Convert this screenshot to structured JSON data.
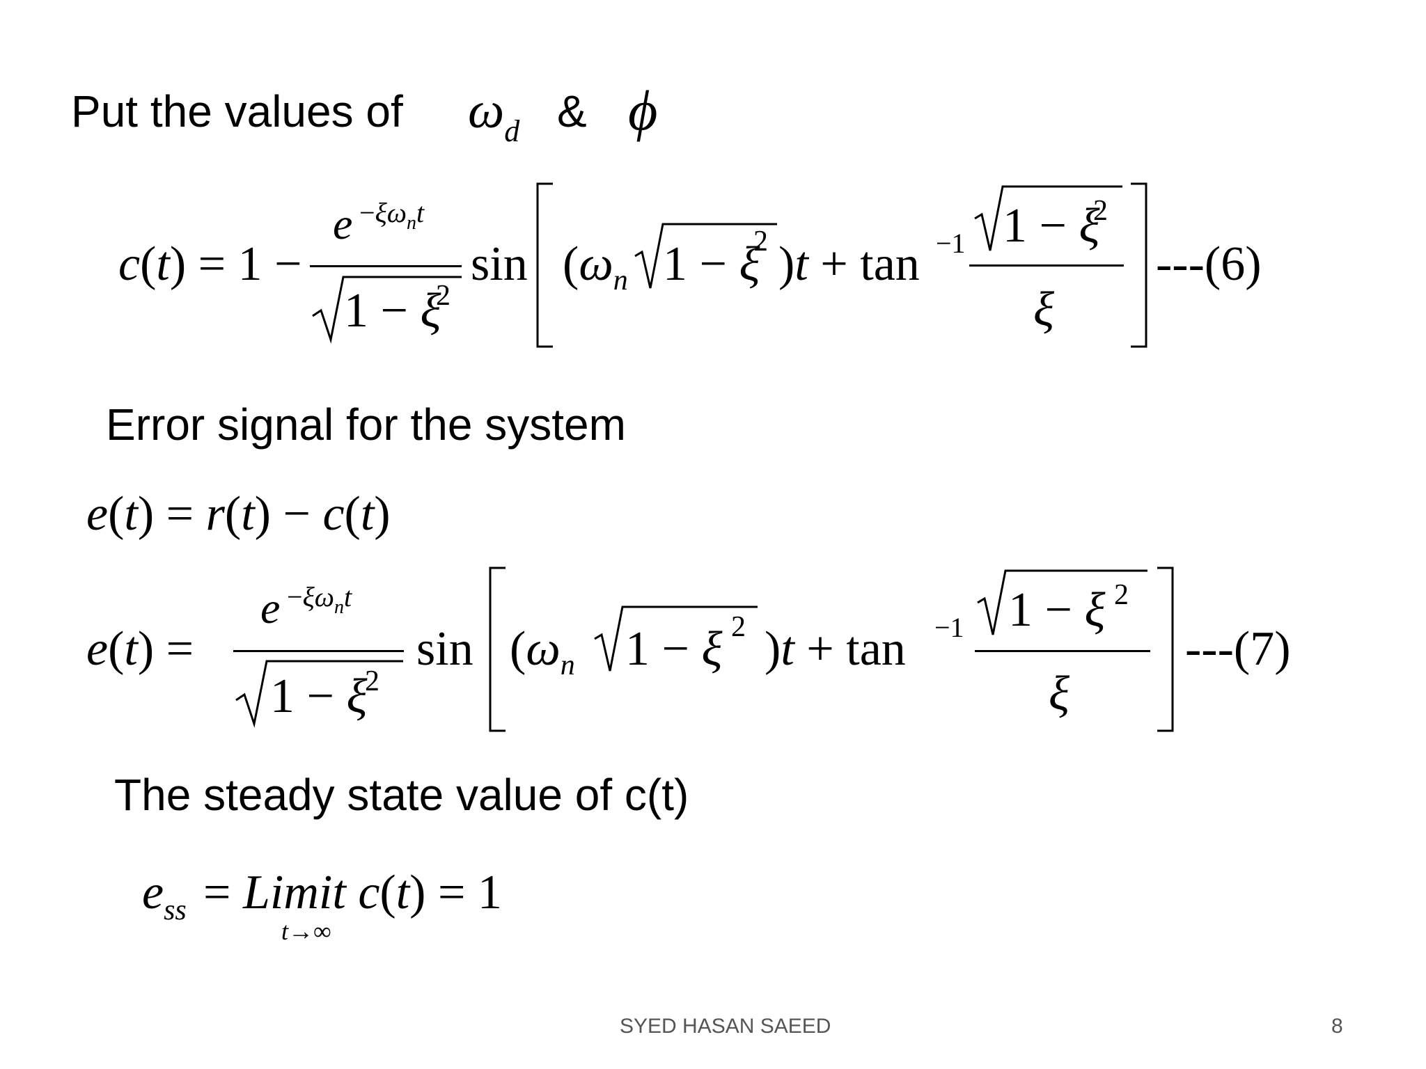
{
  "slide": {
    "heading": "Put the values of",
    "heading_amp": "&",
    "section_error": "Error signal for the system",
    "section_steady": "The steady state value of c(t)",
    "eq6_label": "---(6)",
    "eq7_label": "---(7)",
    "footer_author": "SYED HASAN SAEED",
    "page_number": "8"
  }
}
